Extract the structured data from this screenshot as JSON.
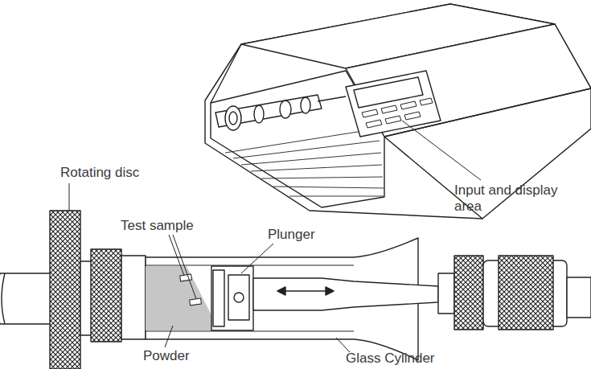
{
  "diagram": {
    "labels": [
      "Rotating disc",
      "Test sample",
      "Plunger",
      "Input and display area",
      "Powder",
      "Glass Cylinder"
    ]
  }
}
